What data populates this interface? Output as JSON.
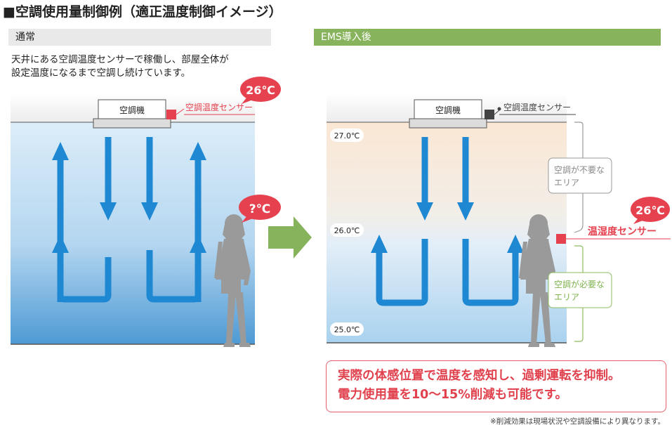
{
  "title": "■空調使用量制御例（適正温度制御イメージ）",
  "left": {
    "header": "通常",
    "description_line1": "天井にある空調温度センサーで稼働し、部屋全体が",
    "description_line2": "設定温度になるまで空調し続けています。",
    "ac_label": "空調機",
    "sensor_label": "空調温度センサー",
    "bubble_top": "26℃",
    "bubble_person": "?℃"
  },
  "right": {
    "header": "EMS導入後",
    "ac_label": "空調機",
    "sensor_label": "空調温度センサー",
    "temp_top": "27.0℃",
    "temp_mid": "26.0℃",
    "temp_bottom": "25.0℃",
    "unneeded_line1": "空調が不要な",
    "unneeded_line2": "エリア",
    "needed_line1": "空調が必要な",
    "needed_line2": "エリア",
    "bubble": "26℃",
    "room_sensor_label": "温湿度センサー"
  },
  "message_line1": "実際の体感位置で温度を感知し、過剰運転を抑制。",
  "message_line2": "電力使用量を10～15%削減も可能です。",
  "footnote": "※削減効果は現場状況や空調設備により異なります。",
  "colors": {
    "arrow_blue": "#1e88d2",
    "accent_red": "#e5414f",
    "green": "#88b35d",
    "gray_zone": "#999999",
    "green_zone": "#8dbd5f"
  }
}
